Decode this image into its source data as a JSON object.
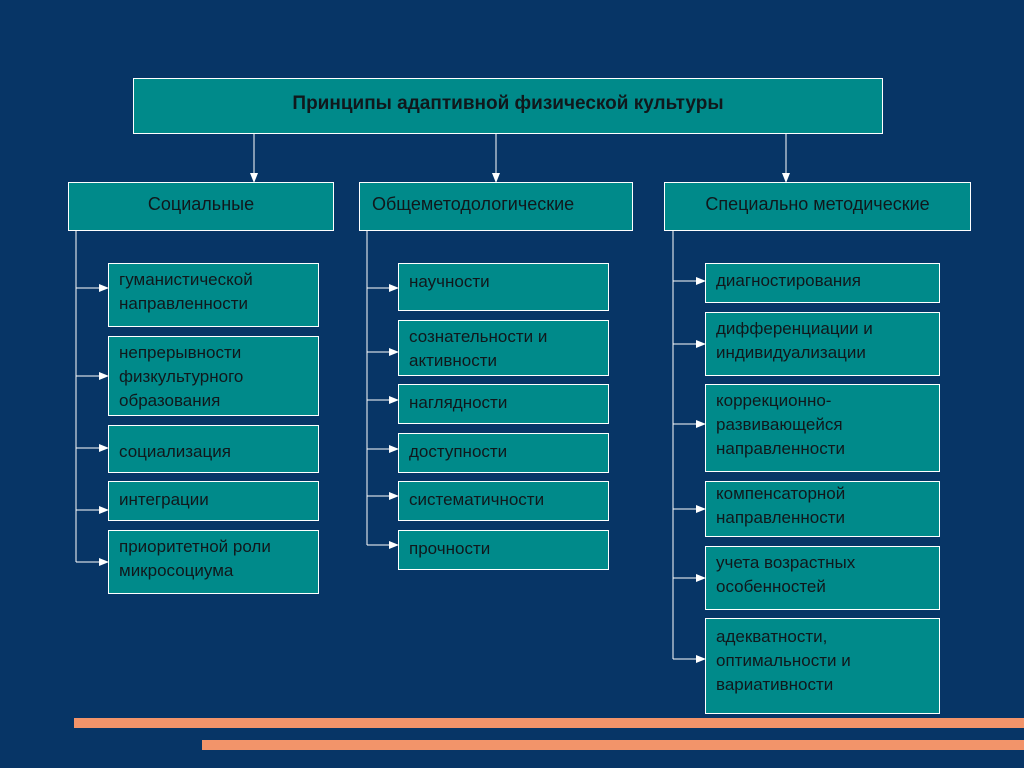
{
  "title": "Принципы адаптивной физической культуры",
  "categories": [
    {
      "label": "Социальные",
      "items": [
        "гуманистической направленности",
        "непрерывности физкультурного образования",
        "социализация",
        "интеграции",
        "приоритетной роли микросоциума"
      ]
    },
    {
      "label": "Общеметодологические",
      "items": [
        "научности",
        "сознательности и активности",
        "наглядности",
        "доступности",
        "систематичности",
        "прочности"
      ]
    },
    {
      "label": "Специально методические",
      "items": [
        "диагностирования",
        "дифференциации и индивидуализации",
        "коррекционно-развивающейся направленности",
        "компенсаторной направленности",
        "учета возрастных особенностей",
        "адекватности, оптимальности и вариативности"
      ]
    }
  ],
  "colors": {
    "background": "#073566",
    "box_fill": "#008a8a",
    "box_border": "#ffffff",
    "box_text": "#10181c",
    "stripe": "#f2946a"
  }
}
